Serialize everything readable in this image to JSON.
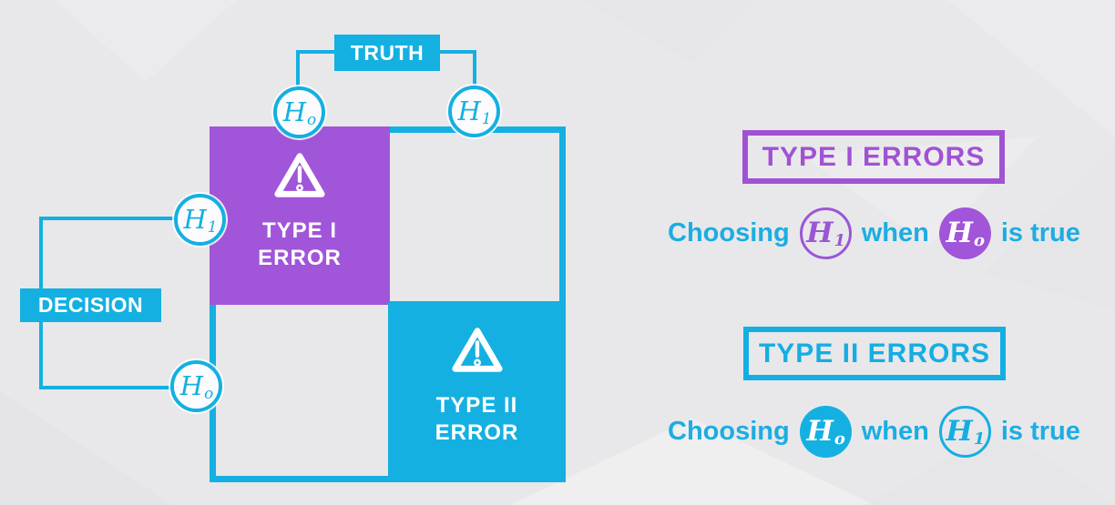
{
  "colors": {
    "cyan": "#14b0e2",
    "purple": "#a155d9",
    "background": "#e8e8ea",
    "white": "#ffffff"
  },
  "hypotheses": {
    "h0": {
      "letter": "H",
      "sub": "o"
    },
    "h1": {
      "letter": "H",
      "sub": "1"
    }
  },
  "matrix": {
    "truth_label": "TRUTH",
    "decision_label": "DECISION",
    "type1_cell": {
      "icon": "warning-triangle-icon",
      "line1": "TYPE I",
      "line2": "ERROR"
    },
    "type2_cell": {
      "icon": "warning-triangle-icon",
      "line1": "TYPE II",
      "line2": "ERROR"
    }
  },
  "legend": {
    "type1": {
      "title": "TYPE I ERRORS",
      "choosing": "Choosing",
      "when": "when",
      "is_true": "is true"
    },
    "type2": {
      "title": "TYPE II ERRORS",
      "choosing": "Choosing",
      "when": "when",
      "is_true": "is true"
    }
  }
}
